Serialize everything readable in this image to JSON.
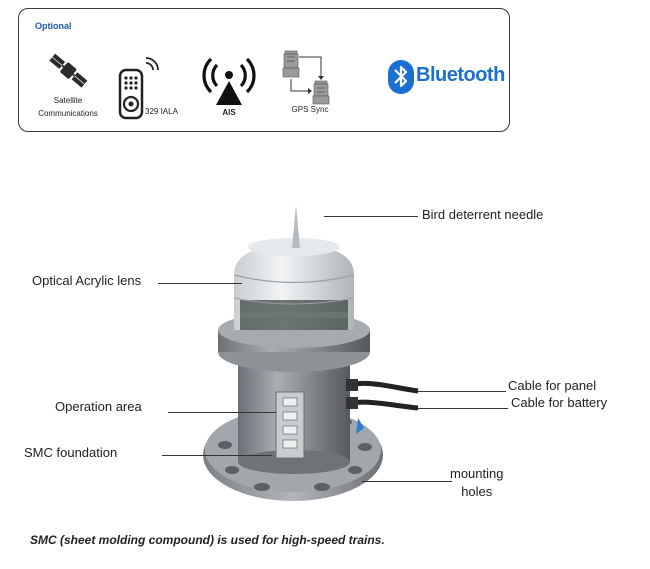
{
  "optional": {
    "title": "Optional",
    "items": [
      {
        "label": "Satellite\nCommunications",
        "icon": "satellite-icon"
      },
      {
        "label": "329 IALA",
        "icon": "remote-control-icon"
      },
      {
        "label": "AIS",
        "icon": "ais-antenna-icon"
      },
      {
        "label": "GPS Sync",
        "icon": "gps-sync-icon"
      },
      {
        "label": "Bluetooth",
        "icon": "bluetooth-icon"
      }
    ]
  },
  "callouts": {
    "bird": "Bird deterrent needle",
    "lens": "Optical Acrylic lens",
    "cable_panel": "Cable for panel",
    "cable_battery": "Cable for battery",
    "operation": "Operation area",
    "smc": "SMC foundation",
    "mounting": "mounting\nholes"
  },
  "footnote": "SMC (sheet molding compound) is used for high-speed trains.",
  "colors": {
    "accent": "#1e5aa8",
    "bluetooth": "#1b6fd1"
  }
}
